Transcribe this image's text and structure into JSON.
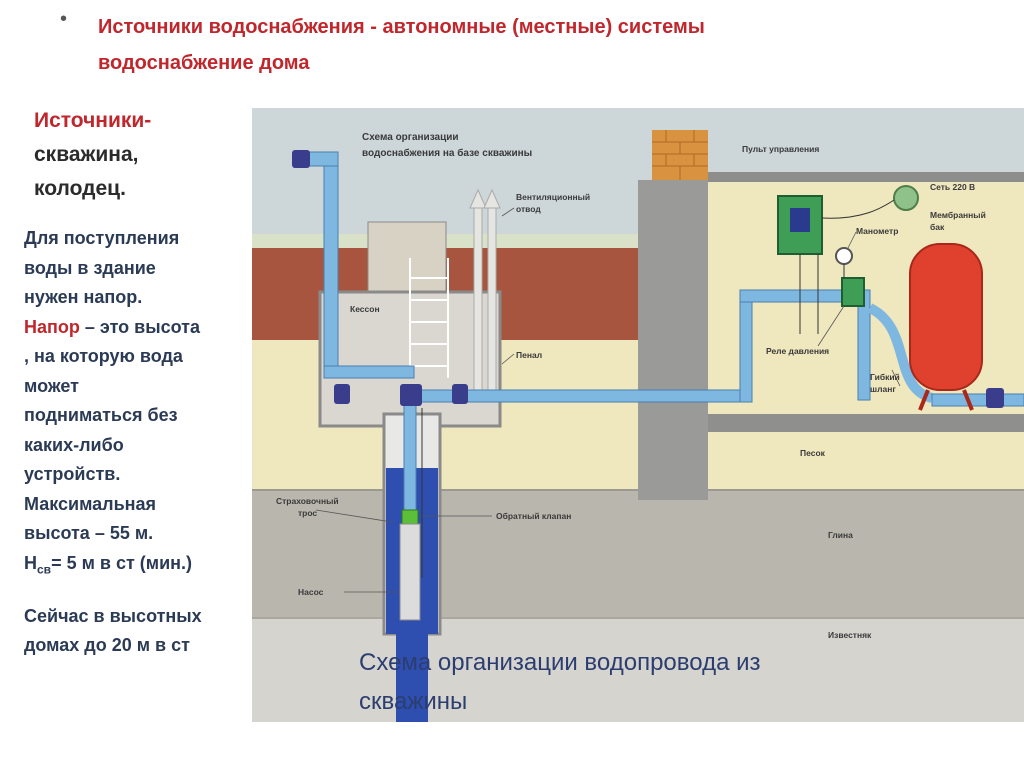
{
  "slide": {
    "title_line1": "Источники водоснабжения - автономные (местные)   системы",
    "title_line2": "водоснабжение дома",
    "sources": {
      "line1": "Источники-",
      "line2": "скважина,",
      "line3": "колодец."
    },
    "info": {
      "l1": "Для поступления",
      "l2": "воды в здание",
      "l3": "нужен напор.",
      "l4_red": "Напор",
      "l4_rest": " – это высота",
      "l5": ", на которую вода",
      "l6": "может",
      "l7": "подниматься без",
      "l8": "каких-либо",
      "l9": "устройств.",
      "l10": "Максимальная",
      "l11": "высота – 55 м.",
      "l12_h": "Н",
      "l12_sub": "св",
      "l12_rest": "= 5 м в ст (мин.)",
      "l13": "Сейчас в высотных",
      "l14": "домах до 20 м в ст"
    },
    "caption_line1": "Схема организации водопровода из",
    "caption_line2": "скважины"
  },
  "diagram": {
    "heading1": "Схема организации",
    "heading2": "водоснабжения на базе скважины",
    "labels": {
      "vent1": "Вентиляционный",
      "vent2": "отвод",
      "caisson": "Кессон",
      "penal": "Пенал",
      "control1": "Пульт управления",
      "power": "Сеть 220 В",
      "tank1": "Мембранный",
      "tank2": "бак",
      "manometer": "Манометр",
      "relay": "Реле давления",
      "hose1": "Гибкий",
      "hose2": "шланг",
      "sand": "Песок",
      "rope1": "Страховочный",
      "rope2": "трос",
      "valve": "Обратный клапан",
      "clay": "Глина",
      "pump": "Насос",
      "limestone": "Известняк"
    }
  },
  "colors": {
    "title_red": "#c0272d",
    "text_dark": "#2b3a55",
    "caption_blue": "#2c3e70",
    "sky": "#cdd6d8",
    "topsoil": "#a8553f",
    "sand": "#efe7bd",
    "clay": "#b9b6ad",
    "limestone": "#d5d4cf",
    "pipe_blue": "#7eb7e0",
    "water_dark": "#2e4fb0",
    "tank_red": "#e0412e"
  }
}
